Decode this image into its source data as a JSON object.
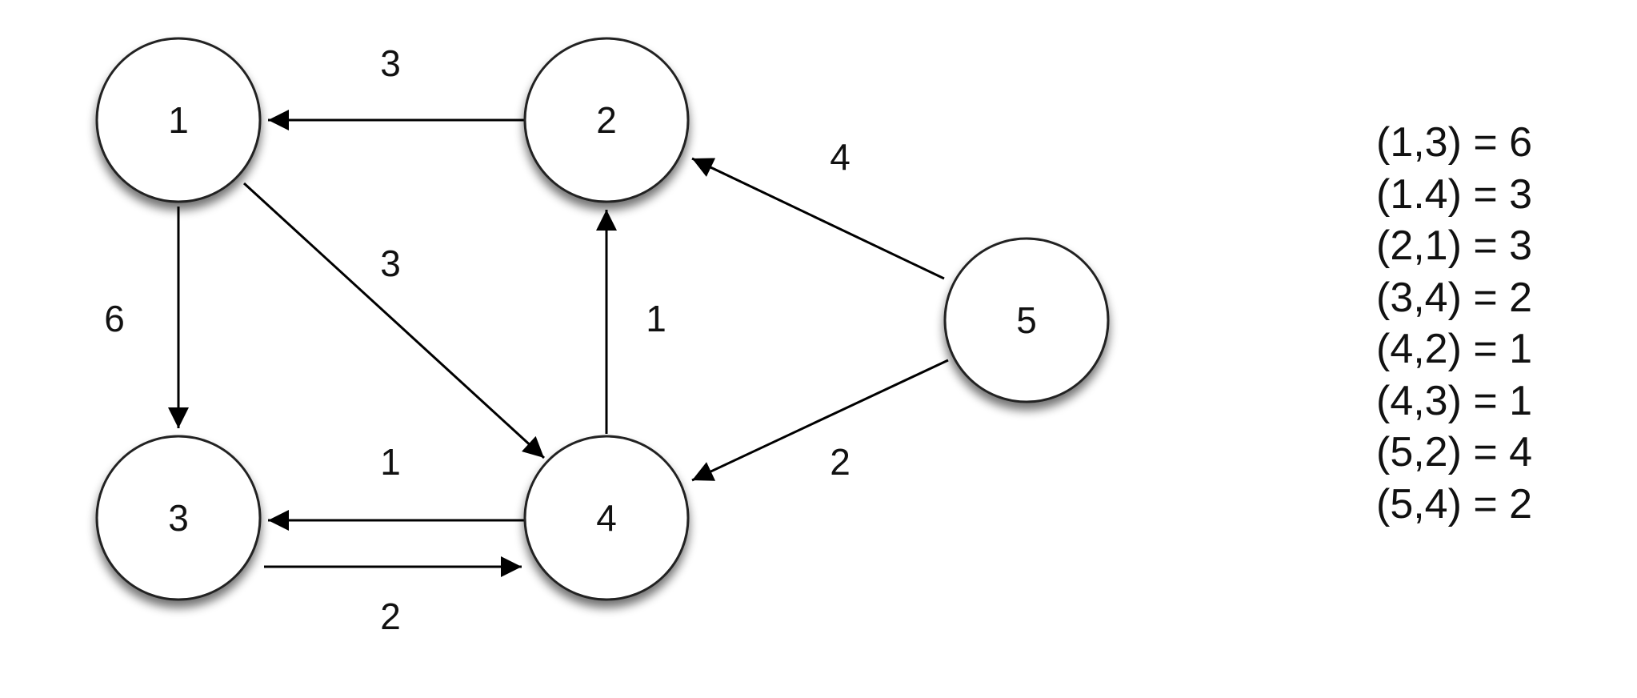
{
  "graph": {
    "nodes": [
      {
        "id": "1",
        "label": "1"
      },
      {
        "id": "2",
        "label": "2"
      },
      {
        "id": "3",
        "label": "3"
      },
      {
        "id": "4",
        "label": "4"
      },
      {
        "id": "5",
        "label": "5"
      }
    ],
    "edges": [
      {
        "from": "2",
        "to": "1",
        "weight": "3"
      },
      {
        "from": "1",
        "to": "3",
        "weight": "6"
      },
      {
        "from": "1",
        "to": "4",
        "weight": "3"
      },
      {
        "from": "4",
        "to": "2",
        "weight": "1"
      },
      {
        "from": "5",
        "to": "2",
        "weight": "4"
      },
      {
        "from": "5",
        "to": "4",
        "weight": "2"
      },
      {
        "from": "4",
        "to": "3",
        "weight": "1"
      },
      {
        "from": "3",
        "to": "4",
        "weight": "2"
      }
    ]
  },
  "weight_list": [
    "(1,3) = 6",
    "(1.4) = 3",
    "(2,1) = 3",
    "(3,4) = 2",
    "(4,2) = 1",
    "(4,3) = 1",
    "(5,2) = 4",
    "(5,4) = 2"
  ]
}
